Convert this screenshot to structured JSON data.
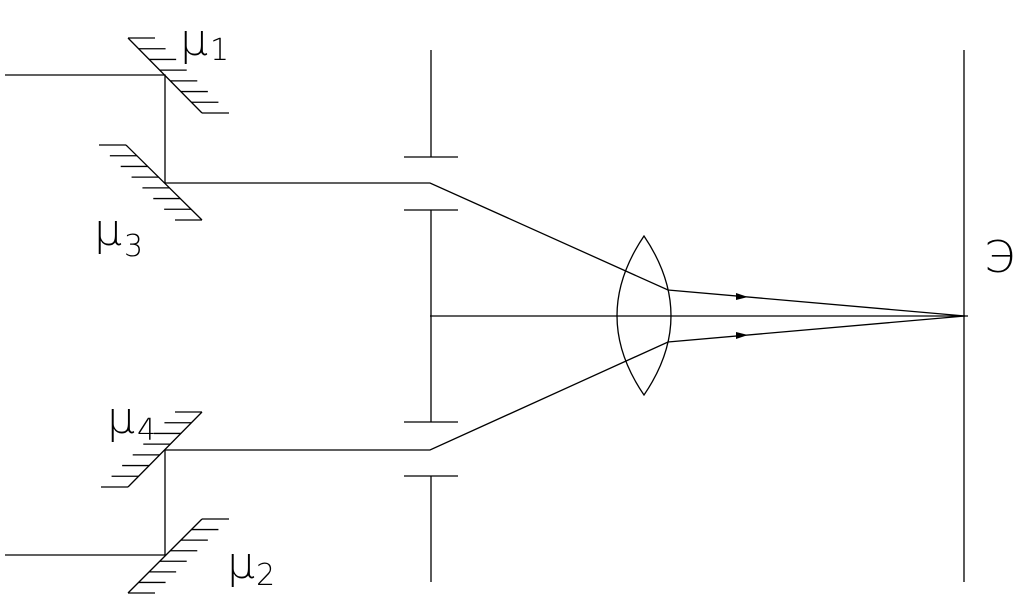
{
  "diagram": {
    "labels": {
      "mirror1": {
        "letter": "μ",
        "index": "1"
      },
      "mirror2": {
        "letter": "μ",
        "index": "2"
      },
      "mirror3": {
        "letter": "μ",
        "index": "3"
      },
      "mirror4": {
        "letter": "μ",
        "index": "4"
      },
      "screen": "Э"
    },
    "colors": {
      "line": "#000000",
      "background": "#ffffff"
    }
  }
}
